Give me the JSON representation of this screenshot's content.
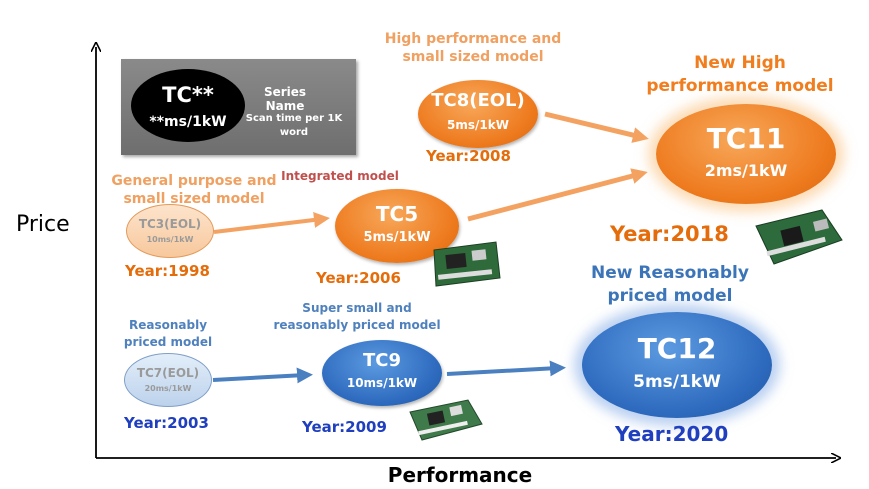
{
  "axes": {
    "y_label": "Price",
    "x_label": "Performance"
  },
  "legend": {
    "oval_title": "TC**",
    "oval_spec": "**ms/1kW",
    "series_name": "Series Name",
    "scan_time": "Scan time per 1K word"
  },
  "categories": {
    "high_small": "High performance and small sized model",
    "new_high": "New High performance model",
    "general_small": "General purpose and small sized model",
    "integrated": "Integrated model",
    "new_reasonable": "New Reasonably priced model",
    "super_small": "Super small and reasonably priced model",
    "reasonable": "Reasonably priced model"
  },
  "products": {
    "tc3": {
      "name": "TC3(EOL)",
      "spec": "10ms/1kW",
      "year": "Year:1998"
    },
    "tc7": {
      "name": "TC7(EOL)",
      "spec": "20ms/1kW",
      "year": "Year:2003"
    },
    "tc5": {
      "name": "TC5",
      "spec": "5ms/1kW",
      "year": "Year:2006"
    },
    "tc8": {
      "name": "TC8(EOL)",
      "spec": "5ms/1kW",
      "year": "Year:2008"
    },
    "tc9": {
      "name": "TC9",
      "spec": "10ms/1kW",
      "year": "Year:2009"
    },
    "tc11": {
      "name": "TC11",
      "spec": "2ms/1kW",
      "year": "Year:2018"
    },
    "tc12": {
      "name": "TC12",
      "spec": "5ms/1kW",
      "year": "Year:2020"
    }
  },
  "colors": {
    "orange": "#ee7a1e",
    "blue": "#2e6bbf",
    "orange_arrow": "#f4a261",
    "blue_arrow": "#4a7fc0"
  }
}
